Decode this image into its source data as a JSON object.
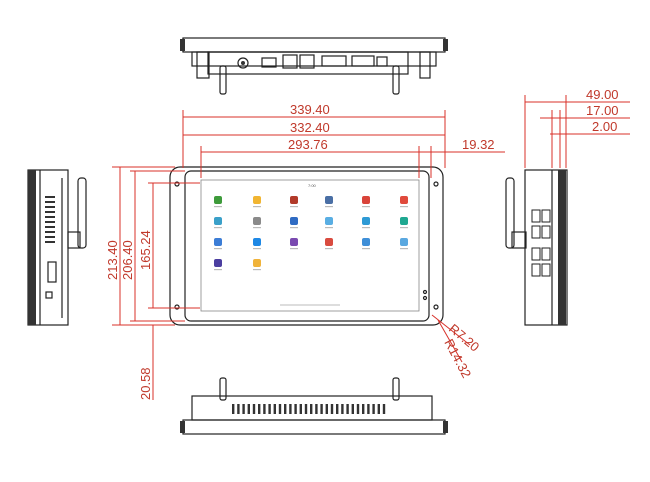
{
  "dimensions": {
    "overall_width": "339.40",
    "bezel_width": "332.40",
    "screen_width": "293.76",
    "edge_offset": "19.32",
    "overall_height": "213.40",
    "bezel_height": "206.40",
    "screen_height": "165.24",
    "bottom_offset": "20.58",
    "depth_total": "49.00",
    "depth_body": "17.00",
    "depth_bezel": "2.00",
    "radius_inner": "R7.20",
    "radius_outer": "R14.32"
  },
  "screen": {
    "status_text": "7:00",
    "app_colors": [
      "#3e9b3b",
      "#f1b531",
      "#b23a2a",
      "#4a6fa5",
      "#d9443a",
      "#e04a3c",
      "#3aa0c9",
      "#8a8a8a",
      "#2f6bc3",
      "#59aee3",
      "#2e9ad5",
      "#1fa891",
      "#3c7dd6",
      "#1e88e5",
      "#7a4ab0",
      "#d94b3f",
      "#3f8fd8",
      "#5aa8e0",
      "#4b3ea0",
      "#f0b33a"
    ]
  },
  "colors": {
    "dimension": "#d8312a",
    "outline": "#222222"
  }
}
